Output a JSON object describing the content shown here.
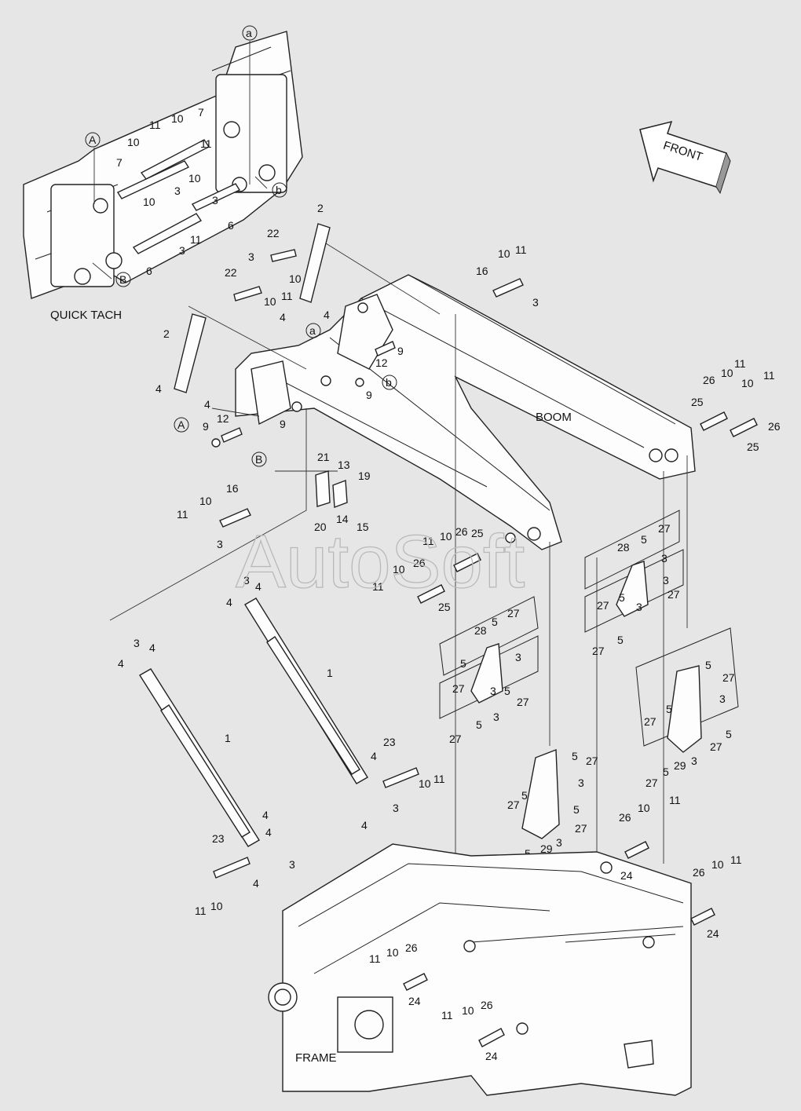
{
  "captions": {
    "quick_tach": "QUICK TACH",
    "boom": "BOOM",
    "frame": "FRAME",
    "front": "FRONT"
  },
  "watermark": "AutoSoft",
  "callouts": {
    "A": "A",
    "B": "B",
    "a": "a",
    "b": "b"
  },
  "part_numbers": [
    "1",
    "2",
    "3",
    "4",
    "5",
    "6",
    "7",
    "9",
    "10",
    "11",
    "12",
    "13",
    "14",
    "15",
    "16",
    "19",
    "20",
    "21",
    "22",
    "23",
    "24",
    "25",
    "26",
    "27",
    "28",
    "29"
  ],
  "colors": {
    "background": "#e6e6e6",
    "line": "#222222",
    "watermark": "#b9b9b9"
  }
}
